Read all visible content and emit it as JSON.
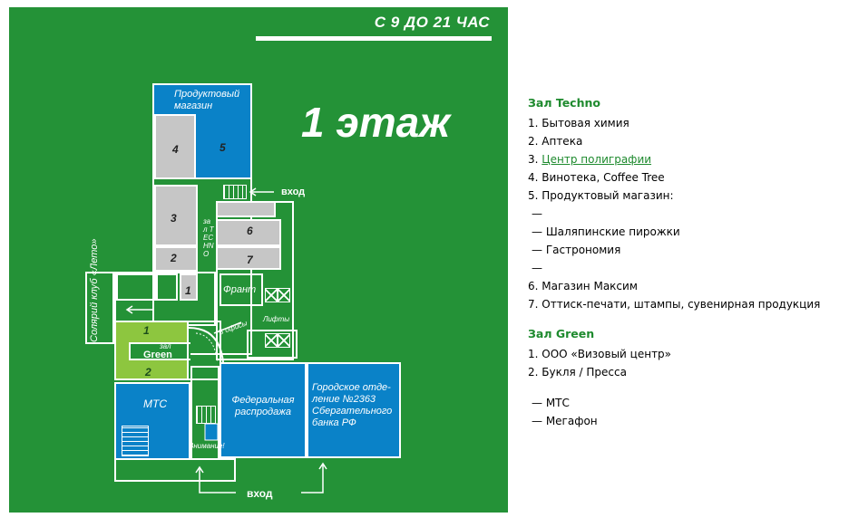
{
  "map": {
    "hours": "С 9 ДО 21 ЧАС",
    "floor": "1 этаж",
    "labels": {
      "grocery": "Продуктовый магазин",
      "n1": "1",
      "n2": "2",
      "n3": "3",
      "n4": "4",
      "n5": "5",
      "n6": "6",
      "n7": "7",
      "g1": "1",
      "g2": "2",
      "entrance_small": "вход",
      "entrance_main": "вход",
      "techno": "зал TECHNO",
      "green_hall": "зал",
      "green_brand": "Green",
      "front": "Франт",
      "lifts": "Лифты",
      "offices": "В офисы",
      "solarium": "Солярий клуб «Лето»",
      "mts": "МТС",
      "sale": "Федеральная распродажа",
      "bank": "Городское отде-ление №2363 Сбергательного банка РФ",
      "beware": "Внимание!"
    }
  },
  "legend": {
    "techno": {
      "title": "Зал Techno",
      "items": [
        {
          "text": "1. Бытовая химия",
          "link": false
        },
        {
          "text": "2. Аптека",
          "link": false
        },
        {
          "num": "3.",
          "text": "Центр полиграфии",
          "link": true
        },
        {
          "text": "4. Винотека, Coffee Tree",
          "link": false
        },
        {
          "text": "5. Продуктовый магазин:",
          "link": false
        },
        {
          "text": "—",
          "link": false
        },
        {
          "text": "— Шаляпинские пирожки",
          "link": false
        },
        {
          "text": "— Гастрономия",
          "link": false
        },
        {
          "text": "—",
          "link": false
        },
        {
          "text": "6. Магазин Максим",
          "link": false
        },
        {
          "text": "7. Оттиск-печати, штампы, сувенирная продукция",
          "link": false
        }
      ]
    },
    "green": {
      "title": "Зал Green",
      "items": [
        {
          "text": "1. ООО «Визовый центр»"
        },
        {
          "text": "2. Букля / Пресса"
        }
      ],
      "extra": [
        {
          "text": "— МТС"
        },
        {
          "text": "— Мегафон"
        }
      ]
    }
  }
}
